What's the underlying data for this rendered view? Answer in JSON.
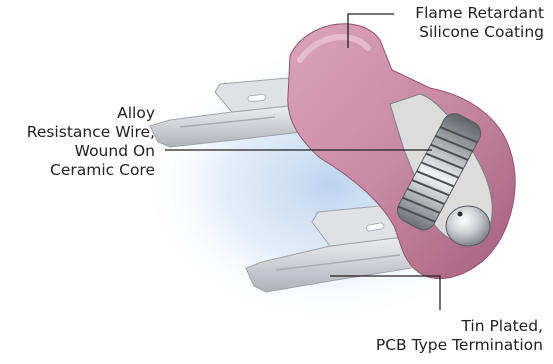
{
  "labels": {
    "coating": [
      "Flame  Retardant",
      "Silicone Coating"
    ],
    "wire": [
      "Alloy",
      "Resistance Wire,",
      "Wound On",
      "Ceramic Core"
    ],
    "termination": [
      "Tin Plated,",
      "PCB Type Termination"
    ]
  },
  "colors": {
    "coating": "#c98aa3",
    "coating_dark": "#a45f7d",
    "terminal": "#d5d7db",
    "glow": "#c7dcf2",
    "text": "#231f20"
  }
}
